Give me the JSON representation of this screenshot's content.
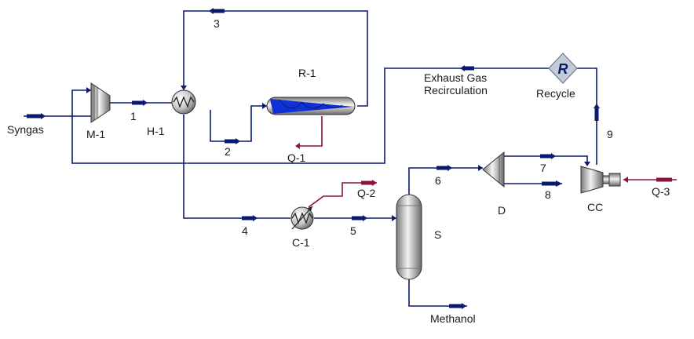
{
  "units": {
    "mixer": "M-1",
    "heat_exchanger": "H-1",
    "reactor": "R-1",
    "cooler": "C-1",
    "separator": "S",
    "splitter": "D",
    "compressor": "CC",
    "recycle": "Recycle",
    "recycle_symbol": "R"
  },
  "streams": {
    "syngas": "Syngas",
    "s1": "1",
    "s2": "2",
    "s3": "3",
    "s4": "4",
    "s5": "5",
    "s6": "6",
    "s7": "7",
    "s8": "8",
    "s9": "9",
    "methanol": "Methanol",
    "egr_line1": "Exhaust Gas",
    "egr_line2": "Recirculation"
  },
  "energy_streams": {
    "q1": "Q-1",
    "q2": "Q-2",
    "q3": "Q-3"
  },
  "colors": {
    "material_stream": "#0a1a6e",
    "energy_stream": "#8a1538",
    "reactor_blue": "#1030d8",
    "equipment_gray": "#b8b8b8"
  }
}
